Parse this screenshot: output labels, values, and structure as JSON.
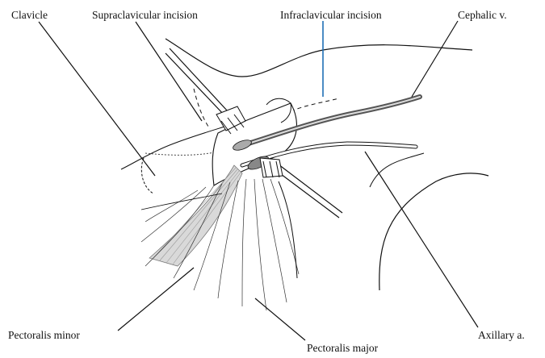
{
  "labels": {
    "clavicle": "Clavicle",
    "supraclavicular_incision": "Supraclavicular incision",
    "infraclavicular_incision": "Infraclavicular incision",
    "cephalic_v": "Cephalic v.",
    "pectoralis_minor": "Pectoralis minor",
    "pectoralis_major": "Pectoralis major",
    "axillary_a": "Axillary a."
  },
  "colors": {
    "line": "#111111",
    "pointer_highlight": "#1f6fb5",
    "muscle_shade": "#d9d9d9"
  }
}
